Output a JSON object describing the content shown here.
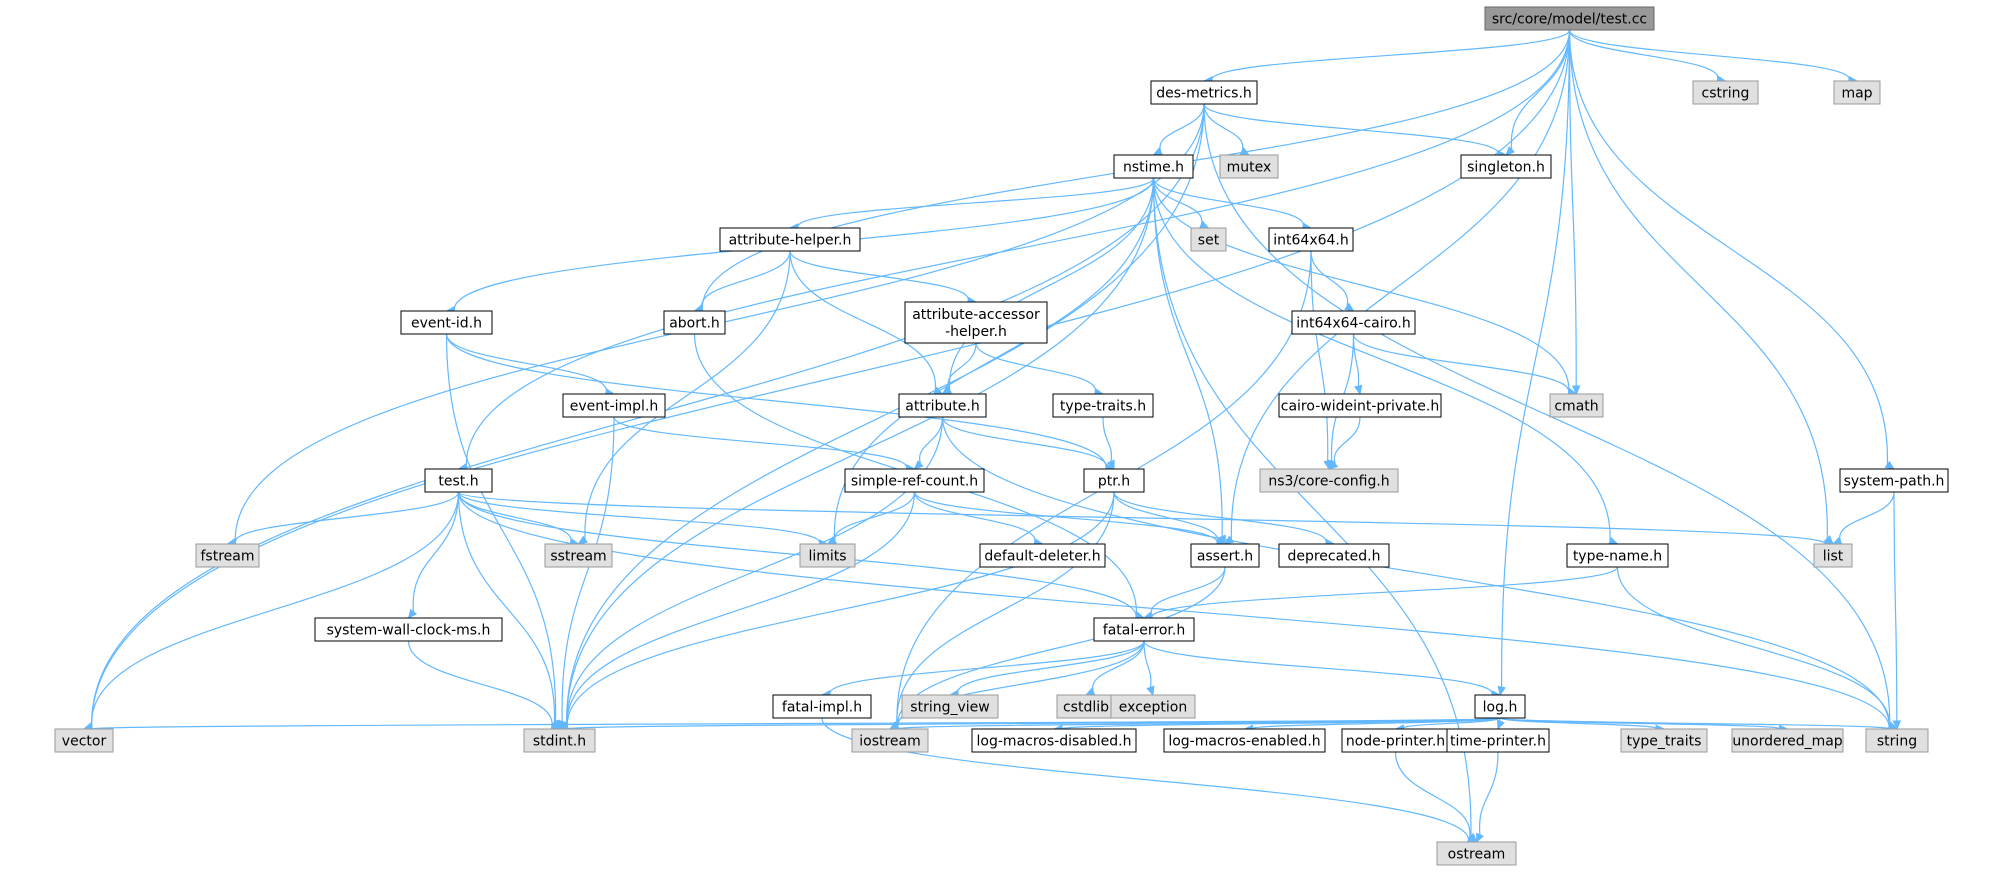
{
  "colors": {
    "edge": "#63b8ff",
    "root_fill": "#999999",
    "node_fill": "#ffffff",
    "node_stroke": "#000000",
    "system_fill": "#e0e0e0",
    "system_stroke": "#999999"
  },
  "nodes": [
    {
      "id": "test_cc",
      "label": "src/core/model/test.cc",
      "kind": "root"
    },
    {
      "id": "des_metrics",
      "label": "des-metrics.h",
      "kind": "local"
    },
    {
      "id": "cstring",
      "label": "cstring",
      "kind": "system"
    },
    {
      "id": "map",
      "label": "map",
      "kind": "system"
    },
    {
      "id": "mutex",
      "label": "mutex",
      "kind": "system"
    },
    {
      "id": "singleton",
      "label": "singleton.h",
      "kind": "local"
    },
    {
      "id": "nstime",
      "label": "nstime.h",
      "kind": "local"
    },
    {
      "id": "attribute_helper",
      "label": "attribute-helper.h",
      "kind": "local"
    },
    {
      "id": "set",
      "label": "set",
      "kind": "system"
    },
    {
      "id": "int64x64",
      "label": "int64x64.h",
      "kind": "local"
    },
    {
      "id": "event_id",
      "label": "event-id.h",
      "kind": "local"
    },
    {
      "id": "abort",
      "label": "abort.h",
      "kind": "local"
    },
    {
      "id": "attr_accessor",
      "label": "attribute-accessor\n-helper.h",
      "kind": "local"
    },
    {
      "id": "int64x64_cairo",
      "label": "int64x64-cairo.h",
      "kind": "local"
    },
    {
      "id": "event_impl",
      "label": "event-impl.h",
      "kind": "local"
    },
    {
      "id": "attribute",
      "label": "attribute.h",
      "kind": "local"
    },
    {
      "id": "type_traits_h",
      "label": "type-traits.h",
      "kind": "local"
    },
    {
      "id": "cairo_wideint",
      "label": "cairo-wideint-private.h",
      "kind": "local"
    },
    {
      "id": "cmath",
      "label": "cmath",
      "kind": "system"
    },
    {
      "id": "test_h",
      "label": "test.h",
      "kind": "local"
    },
    {
      "id": "simple_ref_count",
      "label": "simple-ref-count.h",
      "kind": "local"
    },
    {
      "id": "ptr",
      "label": "ptr.h",
      "kind": "local"
    },
    {
      "id": "core_config",
      "label": "ns3/core-config.h",
      "kind": "system"
    },
    {
      "id": "system_path",
      "label": "system-path.h",
      "kind": "local"
    },
    {
      "id": "fstream",
      "label": "fstream",
      "kind": "system"
    },
    {
      "id": "sstream",
      "label": "sstream",
      "kind": "system"
    },
    {
      "id": "limits",
      "label": "limits",
      "kind": "system"
    },
    {
      "id": "default_deleter",
      "label": "default-deleter.h",
      "kind": "local"
    },
    {
      "id": "assert",
      "label": "assert.h",
      "kind": "local"
    },
    {
      "id": "deprecated",
      "label": "deprecated.h",
      "kind": "local"
    },
    {
      "id": "type_name",
      "label": "type-name.h",
      "kind": "local"
    },
    {
      "id": "list",
      "label": "list",
      "kind": "system"
    },
    {
      "id": "system_wall",
      "label": "system-wall-clock-ms.h",
      "kind": "local"
    },
    {
      "id": "fatal_error",
      "label": "fatal-error.h",
      "kind": "local"
    },
    {
      "id": "fatal_impl",
      "label": "fatal-impl.h",
      "kind": "local"
    },
    {
      "id": "string_view",
      "label": "string_view",
      "kind": "system"
    },
    {
      "id": "cstdlib",
      "label": "cstdlib",
      "kind": "system"
    },
    {
      "id": "exception",
      "label": "exception",
      "kind": "system"
    },
    {
      "id": "log",
      "label": "log.h",
      "kind": "local"
    },
    {
      "id": "vector",
      "label": "vector",
      "kind": "system"
    },
    {
      "id": "stdint",
      "label": "stdint.h",
      "kind": "system"
    },
    {
      "id": "iostream",
      "label": "iostream",
      "kind": "system"
    },
    {
      "id": "log_macros_disabled",
      "label": "log-macros-disabled.h",
      "kind": "local"
    },
    {
      "id": "log_macros_enabled",
      "label": "log-macros-enabled.h",
      "kind": "local"
    },
    {
      "id": "node_printer",
      "label": "node-printer.h",
      "kind": "local"
    },
    {
      "id": "time_printer",
      "label": "time-printer.h",
      "kind": "local"
    },
    {
      "id": "type_traits",
      "label": "type_traits",
      "kind": "system"
    },
    {
      "id": "unordered_map",
      "label": "unordered_map",
      "kind": "system"
    },
    {
      "id": "string",
      "label": "string",
      "kind": "system"
    },
    {
      "id": "ostream",
      "label": "ostream",
      "kind": "system"
    }
  ],
  "edges": [
    [
      "test_cc",
      "des_metrics"
    ],
    [
      "test_cc",
      "cstring"
    ],
    [
      "test_cc",
      "map"
    ],
    [
      "test_cc",
      "singleton"
    ],
    [
      "test_cc",
      "cmath"
    ],
    [
      "test_cc",
      "list"
    ],
    [
      "test_cc",
      "system_path"
    ],
    [
      "test_cc",
      "log"
    ],
    [
      "test_cc",
      "test_h"
    ],
    [
      "test_cc",
      "abort"
    ],
    [
      "test_cc",
      "vector"
    ],
    [
      "test_cc",
      "assert"
    ],
    [
      "des_metrics",
      "nstime"
    ],
    [
      "des_metrics",
      "mutex"
    ],
    [
      "des_metrics",
      "singleton"
    ],
    [
      "des_metrics",
      "string"
    ],
    [
      "des_metrics",
      "vector"
    ],
    [
      "des_metrics",
      "stdint"
    ],
    [
      "des_metrics",
      "fstream"
    ],
    [
      "nstime",
      "attribute_helper"
    ],
    [
      "nstime",
      "set"
    ],
    [
      "nstime",
      "int64x64"
    ],
    [
      "nstime",
      "event_id"
    ],
    [
      "nstime",
      "attribute"
    ],
    [
      "nstime",
      "limits"
    ],
    [
      "nstime",
      "assert"
    ],
    [
      "nstime",
      "cmath"
    ],
    [
      "nstime",
      "type_name"
    ],
    [
      "nstime",
      "ostream"
    ],
    [
      "nstime",
      "stdint"
    ],
    [
      "attribute_helper",
      "abort"
    ],
    [
      "attribute_helper",
      "attr_accessor"
    ],
    [
      "attribute_helper",
      "attribute"
    ],
    [
      "attribute_helper",
      "sstream"
    ],
    [
      "int64x64",
      "int64x64_cairo"
    ],
    [
      "int64x64",
      "core_config"
    ],
    [
      "int64x64",
      "iostream"
    ],
    [
      "int64x64_cairo",
      "cairo_wideint"
    ],
    [
      "int64x64_cairo",
      "cmath"
    ],
    [
      "int64x64_cairo",
      "core_config"
    ],
    [
      "cairo_wideint",
      "core_config"
    ],
    [
      "event_id",
      "event_impl"
    ],
    [
      "event_id",
      "ptr"
    ],
    [
      "event_id",
      "stdint"
    ],
    [
      "abort",
      "fatal_error"
    ],
    [
      "attr_accessor",
      "attribute"
    ],
    [
      "attr_accessor",
      "type_traits_h"
    ],
    [
      "type_traits_h",
      "ptr"
    ],
    [
      "event_impl",
      "simple_ref_count"
    ],
    [
      "event_impl",
      "stdint"
    ],
    [
      "attribute",
      "ptr"
    ],
    [
      "attribute",
      "simple_ref_count"
    ],
    [
      "attribute",
      "string"
    ],
    [
      "attribute",
      "stdint"
    ],
    [
      "simple_ref_count",
      "default_deleter"
    ],
    [
      "simple_ref_count",
      "assert"
    ],
    [
      "simple_ref_count",
      "limits"
    ],
    [
      "simple_ref_count",
      "stdint"
    ],
    [
      "ptr",
      "assert"
    ],
    [
      "ptr",
      "deprecated"
    ],
    [
      "ptr",
      "iostream"
    ],
    [
      "ptr",
      "stdint"
    ],
    [
      "test_h",
      "fstream"
    ],
    [
      "test_h",
      "sstream"
    ],
    [
      "test_h",
      "limits"
    ],
    [
      "test_h",
      "list"
    ],
    [
      "test_h",
      "system_wall"
    ],
    [
      "test_h",
      "vector"
    ],
    [
      "test_h",
      "stdint"
    ],
    [
      "test_h",
      "string"
    ],
    [
      "test_h",
      "fatal_error"
    ],
    [
      "system_wall",
      "stdint"
    ],
    [
      "system_path",
      "list"
    ],
    [
      "system_path",
      "string"
    ],
    [
      "assert",
      "fatal_error"
    ],
    [
      "assert",
      "iostream"
    ],
    [
      "type_name",
      "fatal_error"
    ],
    [
      "type_name",
      "string"
    ],
    [
      "fatal_error",
      "fatal_impl"
    ],
    [
      "fatal_error",
      "string_view"
    ],
    [
      "fatal_error",
      "cstdlib"
    ],
    [
      "fatal_error",
      "exception"
    ],
    [
      "fatal_error",
      "log"
    ],
    [
      "fatal_error",
      "iostream"
    ],
    [
      "fatal_impl",
      "ostream"
    ],
    [
      "log",
      "vector"
    ],
    [
      "log",
      "stdint"
    ],
    [
      "log",
      "iostream"
    ],
    [
      "log",
      "log_macros_disabled"
    ],
    [
      "log",
      "log_macros_enabled"
    ],
    [
      "log",
      "node_printer"
    ],
    [
      "log",
      "time_printer"
    ],
    [
      "log",
      "type_traits"
    ],
    [
      "log",
      "unordered_map"
    ],
    [
      "log",
      "string"
    ],
    [
      "node_printer",
      "ostream"
    ],
    [
      "time_printer",
      "ostream"
    ]
  ]
}
